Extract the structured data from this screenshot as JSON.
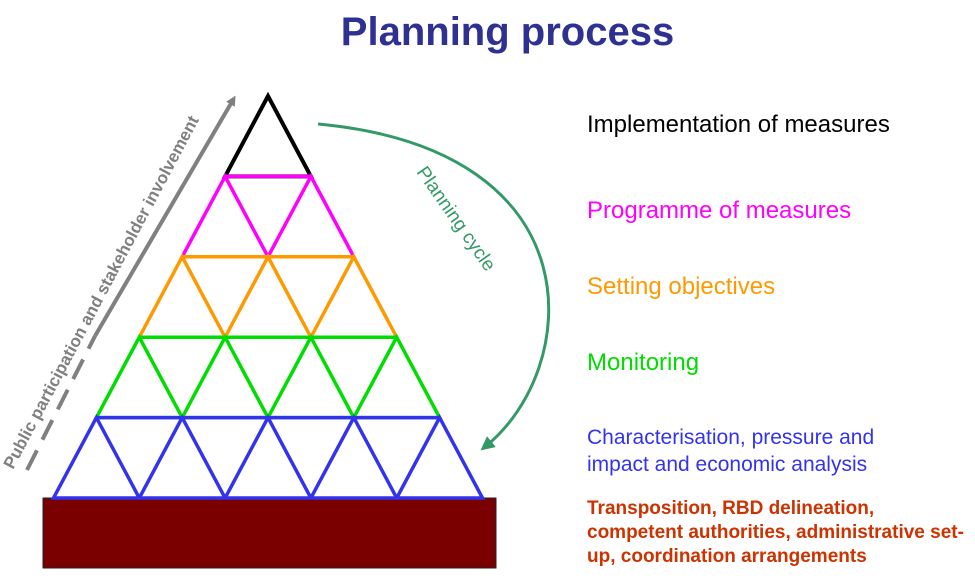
{
  "title": "Planning process",
  "side_arrow_label": "Public participation and stakeholder involvement",
  "cycle_label": "Planning cycle",
  "stages": [
    {
      "label": "Implementation of measures",
      "color": "#000000"
    },
    {
      "label": "Programme of measures",
      "color": "#ff00ff"
    },
    {
      "label": "Setting objectives",
      "color": "#ff9900"
    },
    {
      "label": "Monitoring",
      "color": "#00dd00"
    },
    {
      "label": "Characterisation, pressure and impact and economic analysis",
      "color": "#3333ee"
    }
  ],
  "foundation": {
    "label": "Transposition, RBD delineation, competent authorities, administrative set-up, coordination arrangements",
    "text_color": "#cc3300",
    "block_color": "#7a0000"
  },
  "colors": {
    "title": "#2e3192",
    "participation_arrow": "#808080",
    "cycle_arrow": "#339966"
  }
}
